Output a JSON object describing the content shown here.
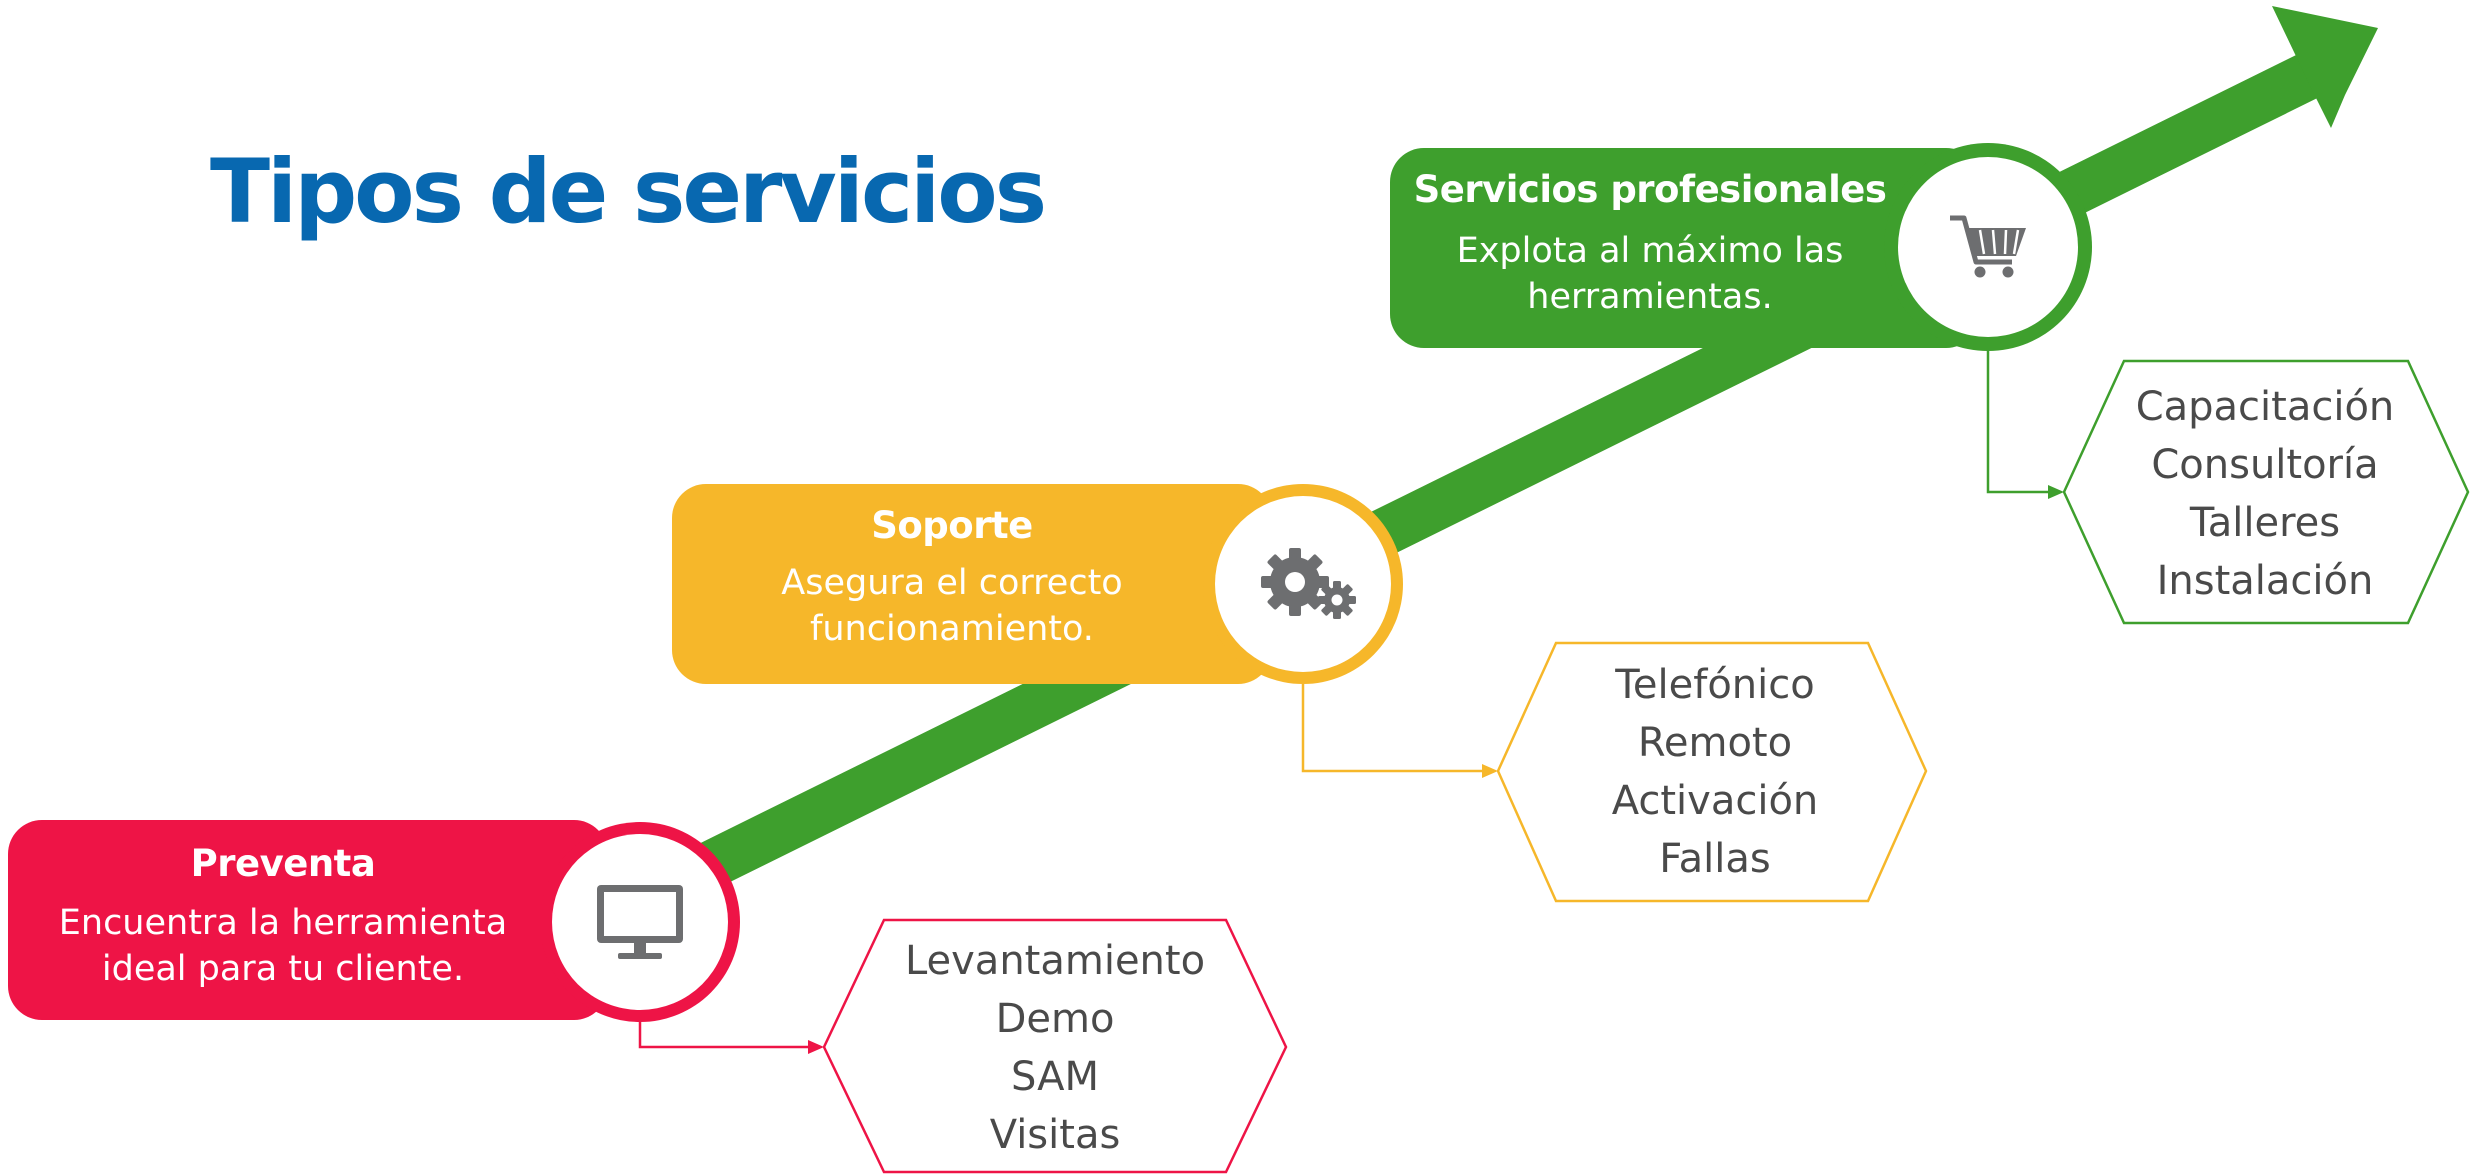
{
  "title": "Tipos de servicios",
  "colors": {
    "title": "#0868b0",
    "arrow": "#3e9f2d",
    "preventa": "#ee1446",
    "soporte": "#f6b72a",
    "profesionales": "#3e9f2d",
    "icon": "#6d6e70",
    "list_text": "#4a4a4a"
  },
  "stages": [
    {
      "id": "preventa",
      "title": "Preventa",
      "description": "Encuentra la herramienta\nideal para tu cliente.",
      "icon": "monitor-icon",
      "items": [
        "Levantamiento",
        "Demo",
        "SAM",
        "Visitas"
      ]
    },
    {
      "id": "soporte",
      "title": "Soporte",
      "description": "Asegura el correcto\nfuncionamiento.",
      "icon": "gears-icon",
      "items": [
        "Telefónico",
        "Remoto",
        "Activación",
        "Fallas"
      ]
    },
    {
      "id": "profesionales",
      "title": "Servicios profesionales",
      "description": "Explota al máximo las\nherramientas.",
      "icon": "shopping-cart-icon",
      "items": [
        "Capacitación",
        "Consultoría",
        "Talleres",
        "Instalación"
      ]
    }
  ]
}
